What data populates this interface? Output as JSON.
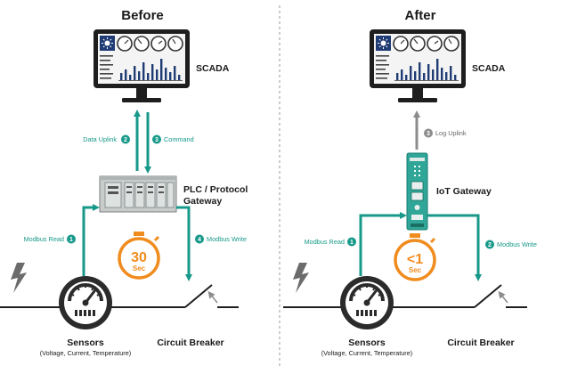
{
  "before": {
    "heading": "Before",
    "scada_label": "SCADA",
    "plc_label_line1": "PLC / Protocol",
    "plc_label_line2": "Gateway",
    "steps": {
      "data_uplink": {
        "num": "2",
        "text": "Data Uplink"
      },
      "command": {
        "num": "3",
        "text": "Command"
      },
      "modbus_read": {
        "num": "1",
        "text": "Modbus Read"
      },
      "modbus_write": {
        "num": "4",
        "text": "Modbus Write"
      }
    },
    "timer_value": "30",
    "timer_unit": "Sec",
    "sensors_label": "Sensors",
    "sensors_sub": "(Voltage, Current, Temperature)",
    "breaker_label": "Circuit Breaker"
  },
  "after": {
    "heading": "After",
    "scada_label": "SCADA",
    "gateway_label": "IoT Gateway",
    "steps": {
      "log_uplink": {
        "num": "3",
        "text": "Log Uplink"
      },
      "modbus_read": {
        "num": "1",
        "text": "Modbus Read"
      },
      "modbus_write": {
        "num": "2",
        "text": "Modbus Write"
      }
    },
    "timer_value": "<1",
    "timer_unit": "Sec",
    "sensors_label": "Sensors",
    "sensors_sub": "(Voltage, Current, Temperature)",
    "breaker_label": "Circuit Breaker"
  },
  "colors": {
    "teal": "#17998a",
    "orange": "#f08c1e",
    "gray": "#8c8c8c",
    "dark": "#2b2b2b",
    "monitor_blue": "#1f3c74"
  }
}
